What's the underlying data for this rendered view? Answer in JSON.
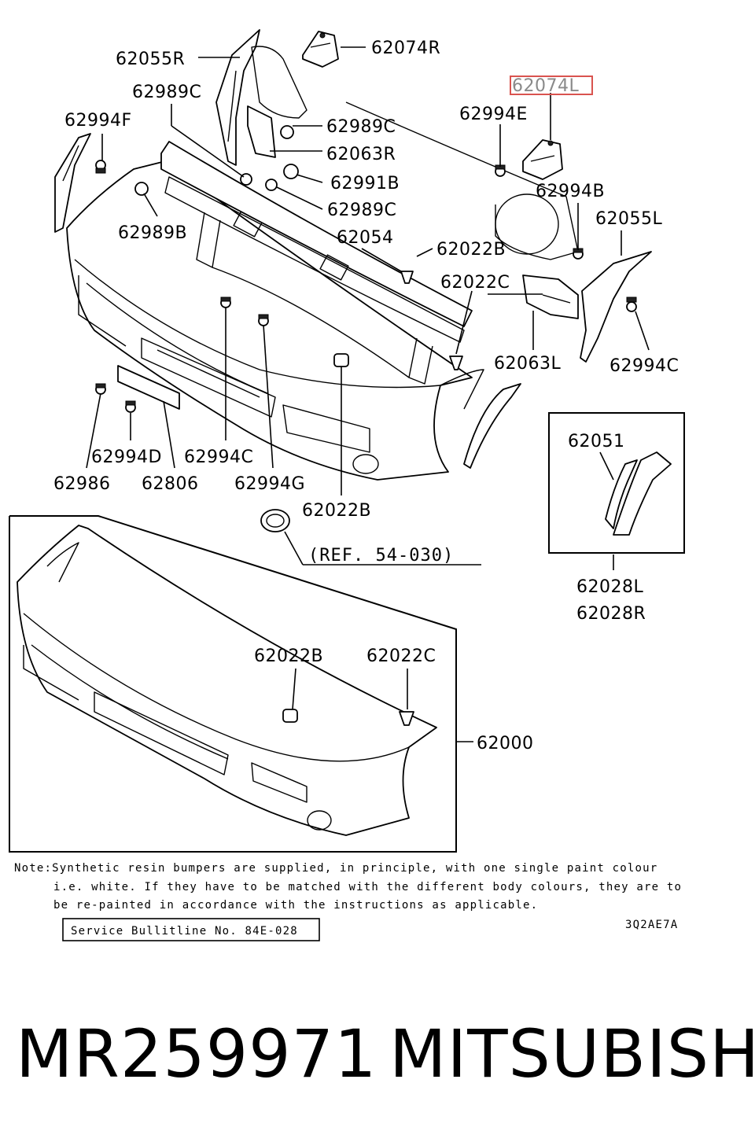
{
  "labels": {
    "l_62055R": "62055R",
    "l_62074R": "62074R",
    "l_62074L": "62074L",
    "l_62989C_a": "62989C",
    "l_62994F": "62994F",
    "l_62989C_b": "62989C",
    "l_62063R": "62063R",
    "l_62994E": "62994E",
    "l_62991B": "62991B",
    "l_62994B": "62994B",
    "l_62989C_c": "62989C",
    "l_62055L": "62055L",
    "l_62989B": "62989B",
    "l_62054": "62054",
    "l_62022B_a": "62022B",
    "l_62022C_a": "62022C",
    "l_62063L": "62063L",
    "l_62994C_a": "62994C",
    "l_62051": "62051",
    "l_62994D": "62994D",
    "l_62994C_b": "62994C",
    "l_62986": "62986",
    "l_62806": "62806",
    "l_62994G": "62994G",
    "l_62022B_b": "62022B",
    "l_62028L": "62028L",
    "l_62028R": "62028R",
    "l_62022B_c": "62022B",
    "l_62022C_b": "62022C",
    "l_62000": "62000"
  },
  "ref_label": "(REF. 54-030)",
  "note": {
    "line1": "Note:Synthetic resin bumpers are supplied, in principle, with one single paint colour",
    "line2": "i.e. white. If they have to be matched with the different body colours, they are to",
    "line3": "be re-painted in accordance with the instructions as applicable."
  },
  "service_bulletin": "Service Bullitline No. 84E-028",
  "diagram_code": "3Q2AE7A",
  "caption": {
    "part_number": "MR259971",
    "brand": "MITSUBISHI"
  },
  "highlight_color": "#d9534f"
}
